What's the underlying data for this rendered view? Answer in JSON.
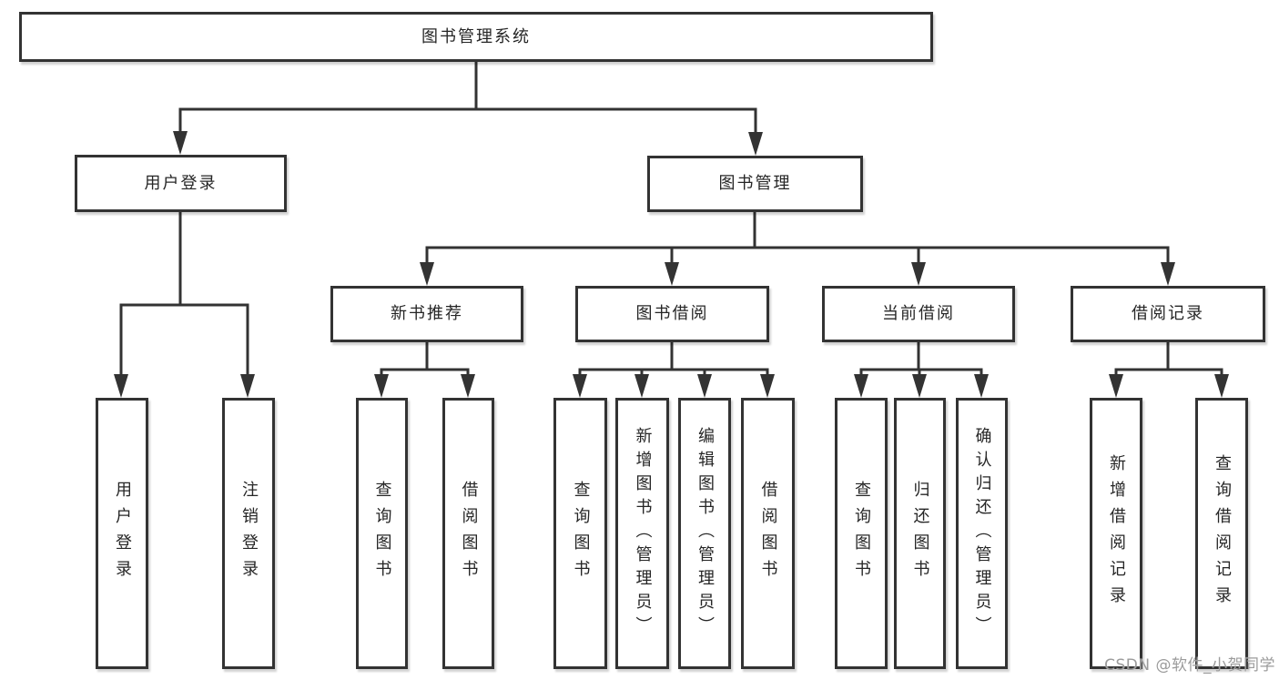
{
  "nodes": {
    "root": "图书管理系统",
    "user_login": "用户登录",
    "book_mgmt": "图书管理",
    "new_books": "新书推荐",
    "book_borrow": "图书借阅",
    "current_borrow": "当前借阅",
    "borrow_records": "借阅记录",
    "leaves": {
      "ul1": "用户登录",
      "ul2": "注销登录",
      "nb1": "查询图书",
      "nb2": "借阅图书",
      "bb1": "查询图书",
      "bb2": "新增图书（管理员）",
      "bb3": "编辑图书（管理员）",
      "bb4": "借阅图书",
      "cb1": "查询图书",
      "cb2": "归还图书",
      "cb3": "确认归还（管理员）",
      "br1": "新增借阅记录",
      "br2": "查询借阅记录"
    }
  },
  "watermark": "CSDN @软件_小贺同学",
  "colors": {
    "line": "#333333",
    "box_border": "#333333",
    "text": "#262626",
    "watermark": "#9b9b9b"
  }
}
